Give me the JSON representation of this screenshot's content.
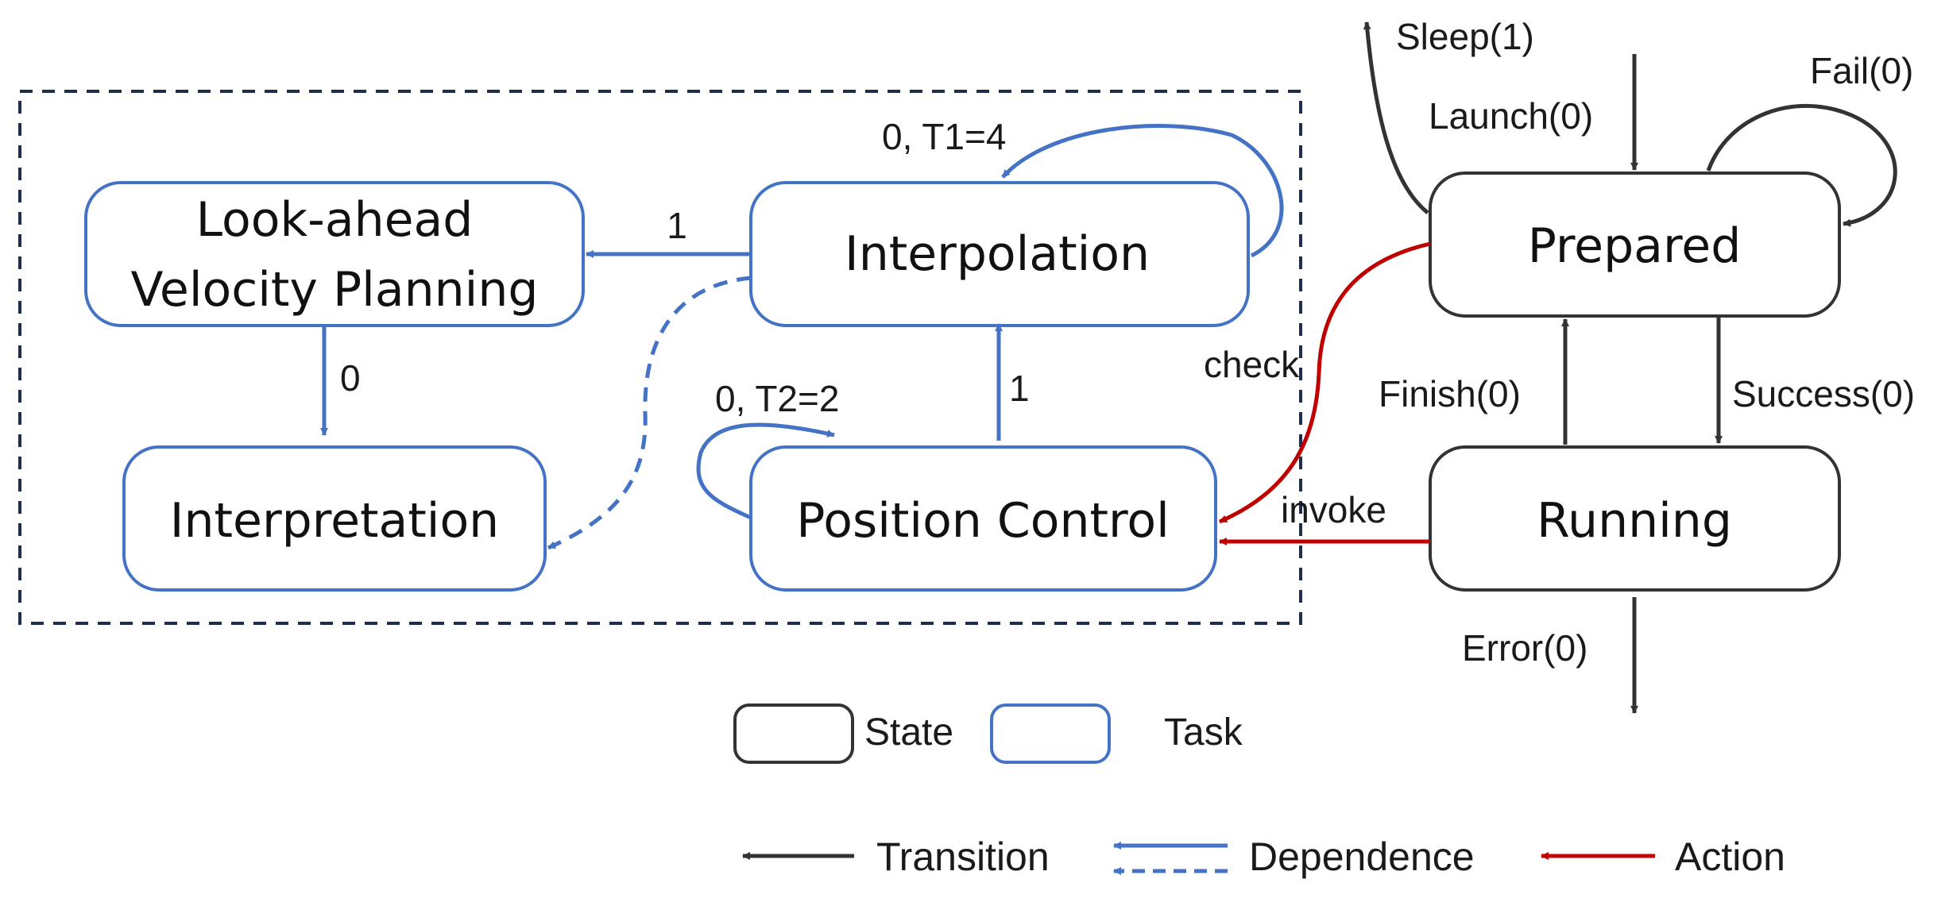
{
  "colors": {
    "state_stroke": "#333333",
    "task_stroke": "#4472c4",
    "action_stroke": "#c00000",
    "group_stroke": "#1f2d4a",
    "text": "#111111"
  },
  "tasks": {
    "lookahead_line1": "Look-ahead",
    "lookahead_line2": "Velocity Planning",
    "interpolation": "Interpolation",
    "interpretation": "Interpretation",
    "position_control": "Position Control"
  },
  "states": {
    "prepared": "Prepared",
    "running": "Running"
  },
  "edge_labels": {
    "t1": "0, T1=4",
    "interp_to_lookahead": "1",
    "lookahead_to_interpretation": "0",
    "t2": "0, T2=2",
    "pos_to_interp": "1",
    "sleep": "Sleep(1)",
    "launch": "Launch(0)",
    "fail": "Fail(0)",
    "check": "check",
    "finish": "Finish(0)",
    "success": "Success(0)",
    "invoke": "invoke",
    "error": "Error(0)"
  },
  "legend": {
    "state": "State",
    "task": "Task",
    "transition": "Transition",
    "dependence": "Dependence",
    "action": "Action"
  }
}
